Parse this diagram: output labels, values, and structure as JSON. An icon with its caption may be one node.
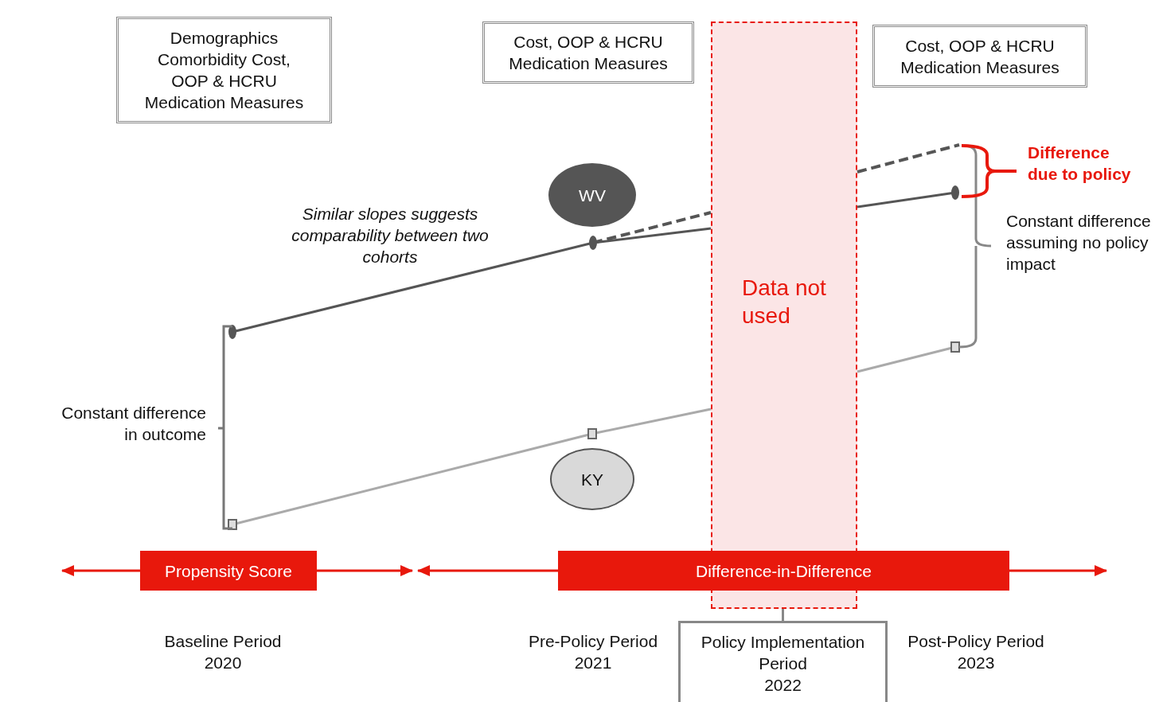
{
  "diagram": {
    "nodes": [
      {
        "text": [
          "Demographics Comorbidity Cost, OOP & HCRU Medication Measures"
        ]
      },
      {
        "text": [
          "Cost, OOP & HCRU Medication Measures"
        ]
      },
      {
        "text": [
          "Cost, OOP & HCRU Medication Measures"
        ]
      },
      {
        "text": [
          "Data not used"
        ]
      },
      {
        "text": [
          "WV"
        ]
      },
      {
        "text": [
          "KY"
        ]
      },
      {
        "text": [
          "Propensity Score"
        ]
      },
      {
        "text": [
          "Difference-in-Difference"
        ]
      },
      {
        "text": [
          "Policy Implementation Period",
          "2022"
        ]
      }
    ],
    "edges": [
      {
        "from": 6,
        "to": null,
        "arrow": "to"
      },
      {
        "from": 6,
        "to": null,
        "arrow": "to"
      },
      {
        "from": 7,
        "to": null,
        "arrow": "to"
      },
      {
        "from": 7,
        "to": null,
        "arrow": "to"
      },
      {
        "from": 3,
        "to": 8,
        "arrow": "none",
        "color": "#888888"
      }
    ],
    "labels": [
      "Similar slopes suggests comparability between two cohorts",
      "Difference due to policy",
      "Constant difference assuming no policy impact",
      "Constant difference in outcome",
      "Baseline Period",
      "2020",
      "Pre-Policy Period",
      "2021",
      "Post-Policy Period",
      "2023"
    ]
  }
}
